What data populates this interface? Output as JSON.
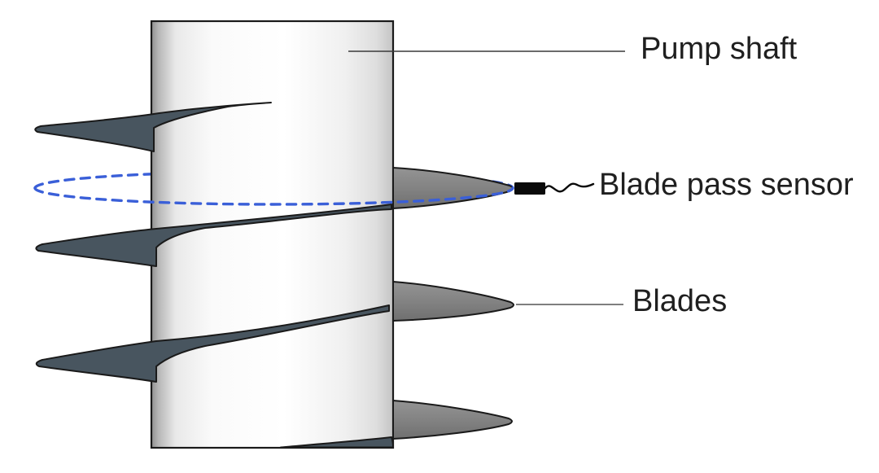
{
  "figure": {
    "type": "technical-diagram",
    "subject": "Screw pump shaft with helical blades and blade pass sensor"
  },
  "labels": {
    "pump_shaft": "Pump shaft",
    "blade_pass_sensor": "Blade pass sensor",
    "blades": "Blades"
  },
  "components": [
    {
      "name": "pump-shaft-cylinder"
    },
    {
      "name": "helical-blades"
    },
    {
      "name": "blade-pass-sensor"
    },
    {
      "name": "blade-pass-orbit-dashed"
    }
  ],
  "colors": {
    "background": "#ffffff",
    "orbit_blue": "#3a5fd8",
    "blade_dark": "#48555f",
    "blade_gray_light": "#949494",
    "blade_gray_dark": "#6f6f6f",
    "outline": "#1a1a1a",
    "sensor_black": "#0a0a0a",
    "leader_dark": "#3a3a3a",
    "leader_gray": "#7f7f7f",
    "text": "#1f1f1f"
  }
}
